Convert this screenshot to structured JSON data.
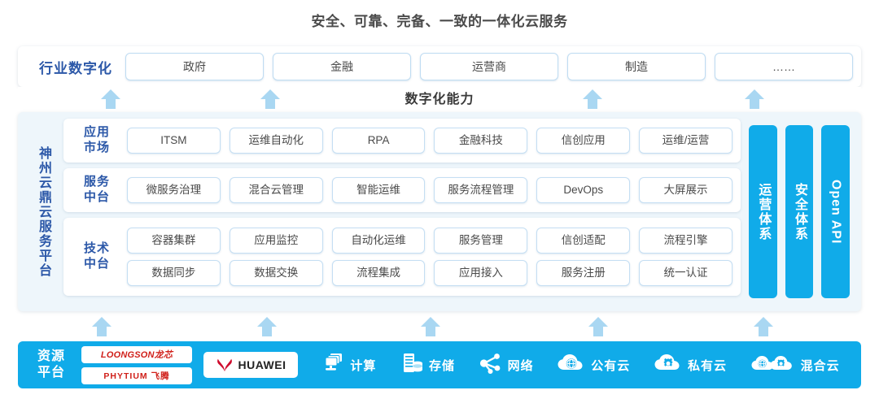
{
  "title": "安全、可靠、完备、一致的一体化云服务",
  "industry": {
    "label": "行业数字化",
    "items": [
      "政府",
      "金融",
      "运营商",
      "制造",
      "……"
    ]
  },
  "capability": {
    "label": "数字化能力"
  },
  "platform": {
    "label": "神州云鼎云服务平台",
    "tiers": [
      {
        "label_line1": "应用",
        "label_line2": "市场",
        "rows": [
          [
            "ITSM",
            "运维自动化",
            "RPA",
            "金融科技",
            "信创应用",
            "运维/运营"
          ]
        ]
      },
      {
        "label_line1": "服务",
        "label_line2": "中台",
        "rows": [
          [
            "微服务治理",
            "混合云管理",
            "智能运维",
            "服务流程管理",
            "DevOps",
            "大屏展示"
          ]
        ]
      },
      {
        "label_line1": "技术",
        "label_line2": "中台",
        "rows": [
          [
            "容器集群",
            "应用监控",
            "自动化运维",
            "服务管理",
            "信创适配",
            "流程引擎"
          ],
          [
            "数据同步",
            "数据交换",
            "流程集成",
            "应用接入",
            "服务注册",
            "统一认证"
          ]
        ]
      }
    ],
    "pillars": [
      "运营体系",
      "安全体系",
      "Open API"
    ]
  },
  "resource": {
    "label_line1": "资源",
    "label_line2": "平台",
    "logos": [
      "LOONGSON龙芯",
      "PHYTIUM 飞腾"
    ],
    "huawei": "HUAWEI",
    "items": [
      {
        "icon": "compute-icon",
        "label": "计算"
      },
      {
        "icon": "storage-icon",
        "label": "存储"
      },
      {
        "icon": "network-icon",
        "label": "网络"
      },
      {
        "icon": "public-cloud-icon",
        "label": "公有云"
      },
      {
        "icon": "private-cloud-icon",
        "label": "私有云"
      },
      {
        "icon": "hybrid-cloud-icon",
        "label": "混合云"
      }
    ]
  },
  "colors": {
    "brand_blue": "#10ABE9",
    "arrow_blue": "#A9D7F2",
    "label_navy": "#2C58A8",
    "panel_bg": "#EEF6FB"
  }
}
